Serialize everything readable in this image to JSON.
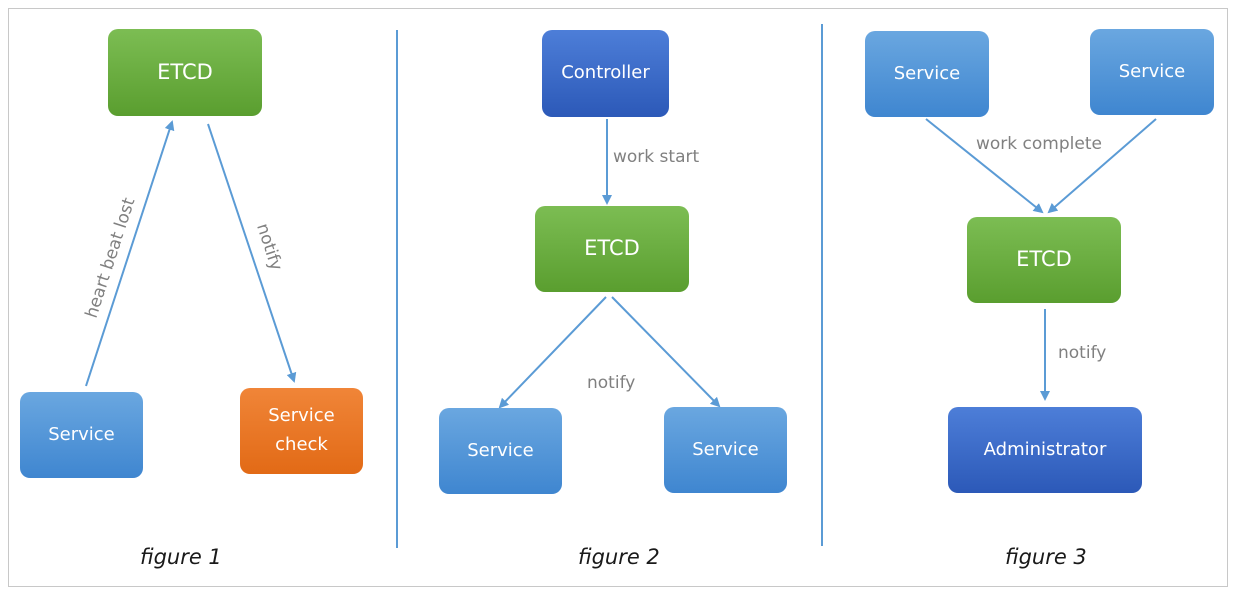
{
  "figure1": {
    "etcd": "ETCD",
    "service": "Service",
    "service_check_line1": "Service",
    "service_check_line2": "check",
    "heartbeat_label": "heart beat lost",
    "notify_label": "notify",
    "caption": "figure 1"
  },
  "figure2": {
    "controller": "Controller",
    "etcd": "ETCD",
    "service_left": "Service",
    "service_right": "Service",
    "work_start_label": "work start",
    "notify_label": "notify",
    "caption": "figure 2"
  },
  "figure3": {
    "service_left": "Service",
    "service_right": "Service",
    "etcd": "ETCD",
    "administrator": "Administrator",
    "work_complete_label": "work complete",
    "notify_label": "notify",
    "caption": "figure 3"
  },
  "colors": {
    "etcd_green": "#6aad3e",
    "service_blue": "#4a90d9",
    "controller_blue": "#3a69c8",
    "check_orange": "#eb7325",
    "arrow_blue": "#5b9bd5",
    "label_gray": "#808080"
  }
}
